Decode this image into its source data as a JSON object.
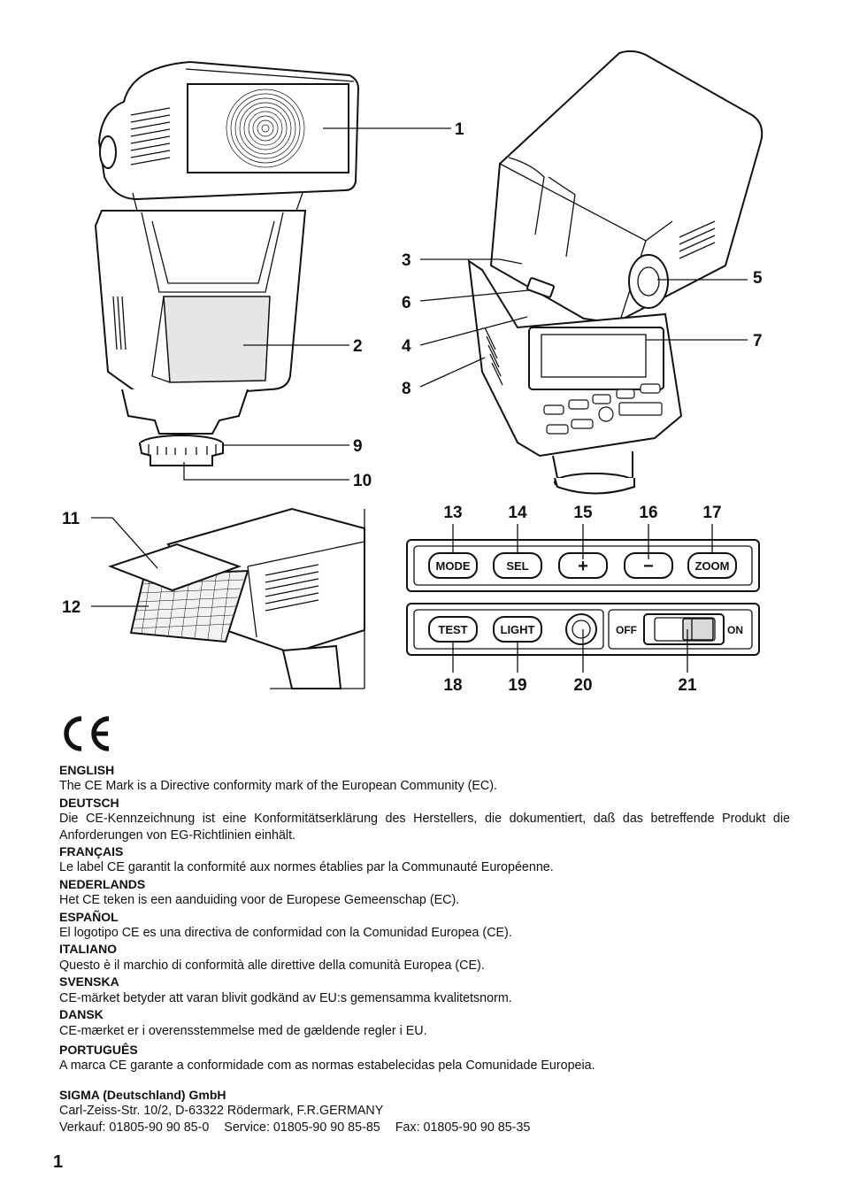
{
  "figure": {
    "callouts": [
      "1",
      "2",
      "3",
      "4",
      "5",
      "6",
      "7",
      "8",
      "9",
      "10",
      "11",
      "12",
      "13",
      "14",
      "15",
      "16",
      "17",
      "18",
      "19",
      "20",
      "21"
    ],
    "panel_top_buttons": [
      "MODE",
      "SEL",
      "+",
      "−",
      "ZOOM"
    ],
    "panel_bottom_buttons": [
      "TEST",
      "LIGHT"
    ],
    "switch": {
      "off": "OFF",
      "on": "ON"
    }
  },
  "ce": {
    "mark": "CE",
    "entries": [
      {
        "language": "ENGLISH",
        "text": "The CE Mark is a Directive conformity mark of the European Community (EC)."
      },
      {
        "language": "DEUTSCH",
        "text": "Die CE-Kennzeichnung ist eine Konformitätserklärung des Herstellers, die dokumentiert, daß das betreffende Produkt die Anforderungen von EG-Richtlinien einhält."
      },
      {
        "language": "FRANÇAIS",
        "text": "Le label CE garantit la conformité aux normes établies par la Communauté Européenne."
      },
      {
        "language": "NEDERLANDS",
        "text": "Het CE teken is een aanduiding voor de Europese Gemeenschap (EC)."
      },
      {
        "language": "ESPAÑOL",
        "text": "El logotipo CE es una directiva de conformidad con la Comunidad Europea (CE)."
      },
      {
        "language": "ITALIANO",
        "text": "Questo è il marchio di conformità alle direttive della comunità Europea (CE)."
      },
      {
        "language": "SVENSKA",
        "text": "CE-märket betyder att varan blivit godkänd av EU:s gemensamma kvalitetsnorm."
      },
      {
        "language": "DANSK",
        "text": "CE-mærket er i overensstemmelse med de gældende regler i EU."
      },
      {
        "language": "PORTUGUÊS",
        "text": "A marca CE garante a conformidade com as normas estabelecidas pela Comunidade Europeia."
      }
    ]
  },
  "company": {
    "name": "SIGMA (Deutschland) GmbH",
    "address": "Carl-Zeiss-Str. 10/2, D-63322 Rödermark, F.R.GERMANY",
    "sales": "Verkauf: 01805-90 90 85-0",
    "service": "Service: 01805-90 90 85-85",
    "fax": "Fax: 01805-90 90 85-35"
  },
  "page_number": "1"
}
